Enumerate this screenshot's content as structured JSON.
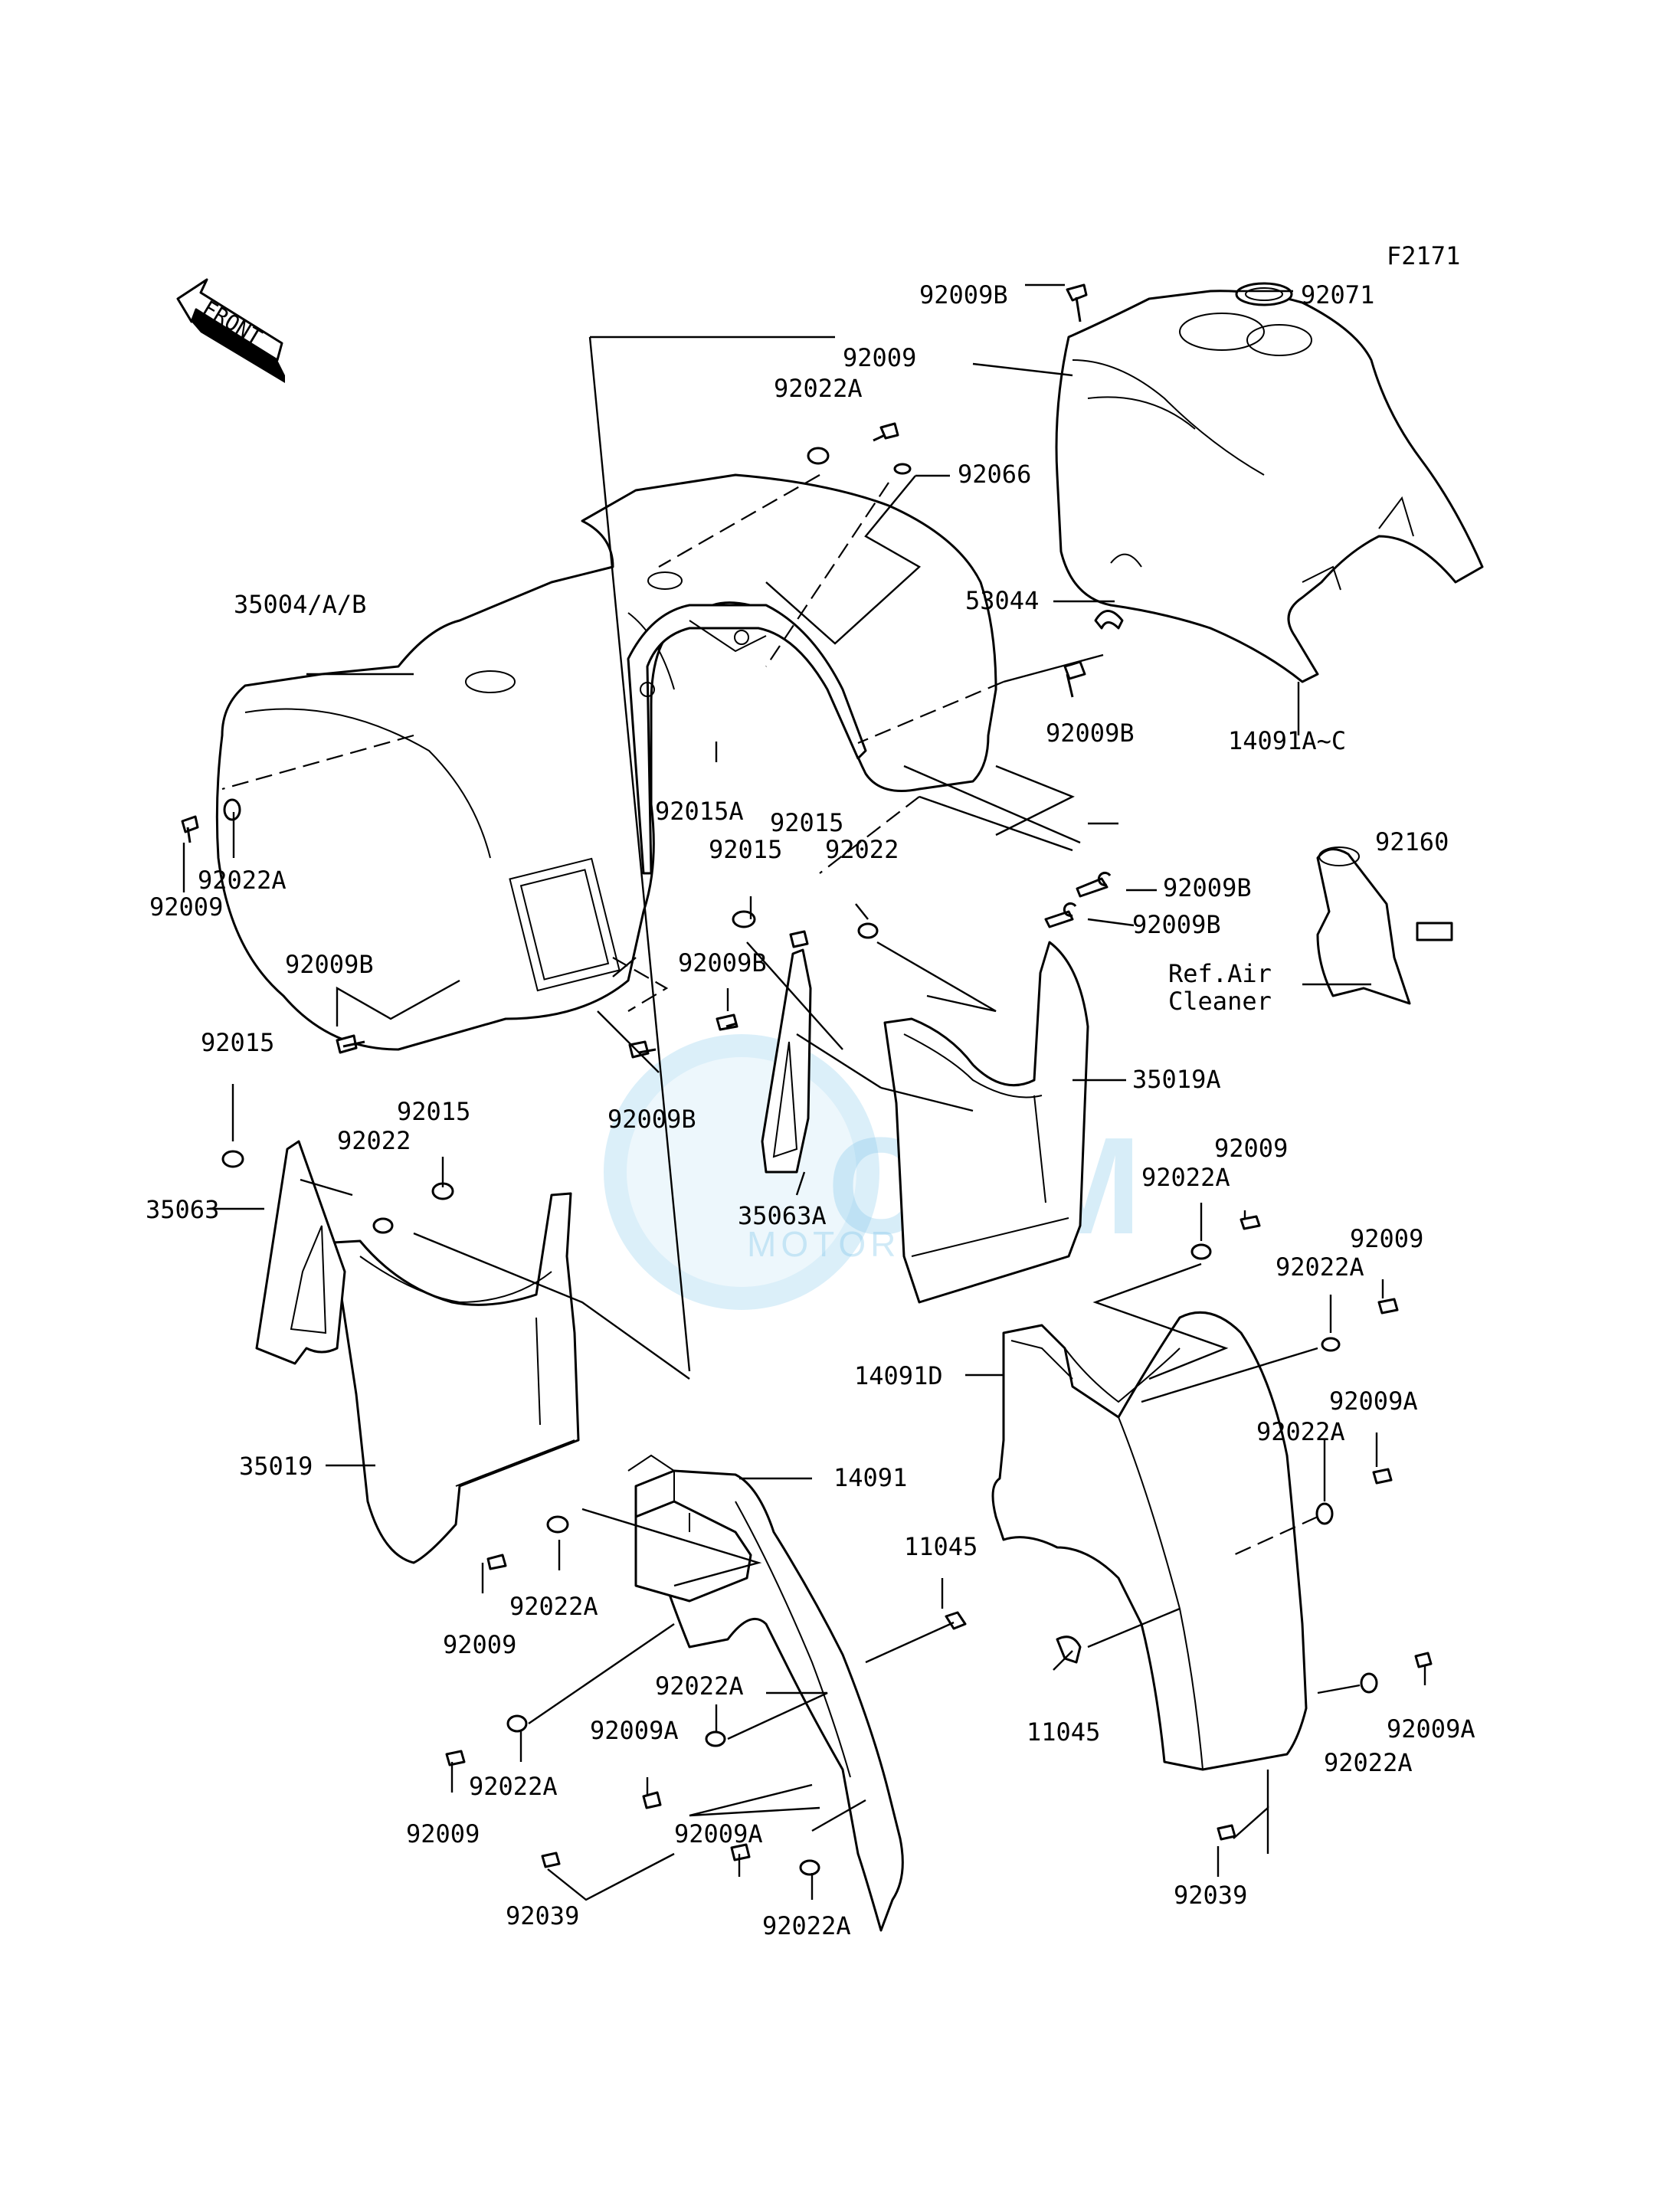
{
  "figure_code": "F2171",
  "direction_arrow": "FRONT",
  "watermark": {
    "brand": "OEM",
    "sub": "MOTORPARTS"
  },
  "labels": {
    "l_92009B_top": "92009B",
    "l_92071": "92071",
    "l_92009_top": "92009",
    "l_92022A_top": "92022A",
    "l_92066": "92066",
    "l_35004": "35004/A/B",
    "l_53044": "53044",
    "l_92009B_r1": "92009B",
    "l_14091AC": "14091A~C",
    "l_92015A": "92015A",
    "l_92009_left": "92009",
    "l_92022A_left": "92022A",
    "l_92015_a": "92015",
    "l_92015_b": "92015",
    "l_92022_mid": "92022",
    "l_92160": "92160",
    "l_92009B_r2": "92009B",
    "l_92009B_r3": "92009B",
    "l_ref_air_1": "Ref.Air",
    "l_ref_air_2": "Cleaner",
    "l_92009B_left": "92009B",
    "l_92009B_mid": "92009B",
    "l_92009B_low": "92009B",
    "l_35019A": "35019A",
    "l_92015_left": "92015",
    "l_92015_c": "92015",
    "l_92022_left": "92022",
    "l_35063": "35063",
    "l_35063A": "35063A",
    "l_92009_r1": "92009",
    "l_92022A_r1": "92022A",
    "l_92009_r2": "92009",
    "l_92022A_r2": "92022A",
    "l_14091D": "14091D",
    "l_92009A_r": "92009A",
    "l_92022A_r3": "92022A",
    "l_35019": "35019",
    "l_14091": "14091",
    "l_11045_top": "11045",
    "l_92022A_c1": "92022A",
    "l_92009_c1": "92009",
    "l_92022A_c2": "92022A",
    "l_92009A_c": "92009A",
    "l_11045_low": "11045",
    "l_92009A_r2": "92009A",
    "l_92022A_r4": "92022A",
    "l_92022A_c3": "92022A",
    "l_92009_c2": "92009",
    "l_92009A_c2": "92009A",
    "l_92039_left": "92039",
    "l_92022A_c4": "92022A",
    "l_92039_right": "92039"
  }
}
